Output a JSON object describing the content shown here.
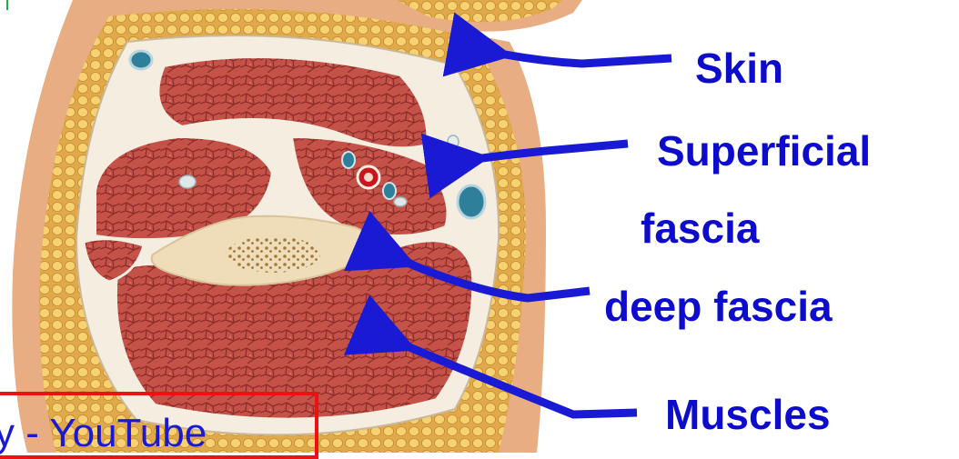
{
  "labels": {
    "skin": "Skin",
    "superficial_line1": "Superficial",
    "superficial_line2": "fascia",
    "deep_fascia": "deep fascia",
    "muscles": "Muscles"
  },
  "watermark": {
    "text": "y - YouTube"
  },
  "colors": {
    "label_text": "#0d0ccc",
    "arrow": "#1a1ad4",
    "watermark_box": "#ee1111",
    "watermark_text": "#1a1ad4",
    "muscle": "#c45249",
    "muscle_cell_edge": "#8e2c28",
    "fat": "#f2c760",
    "skin": "#e9ad83",
    "bone": "#efdcb8",
    "marrow": "#a27a3a",
    "fascia": "#f4ede0",
    "vessel_blue": "#2f7f9a",
    "vessel_red": "#c81620"
  }
}
